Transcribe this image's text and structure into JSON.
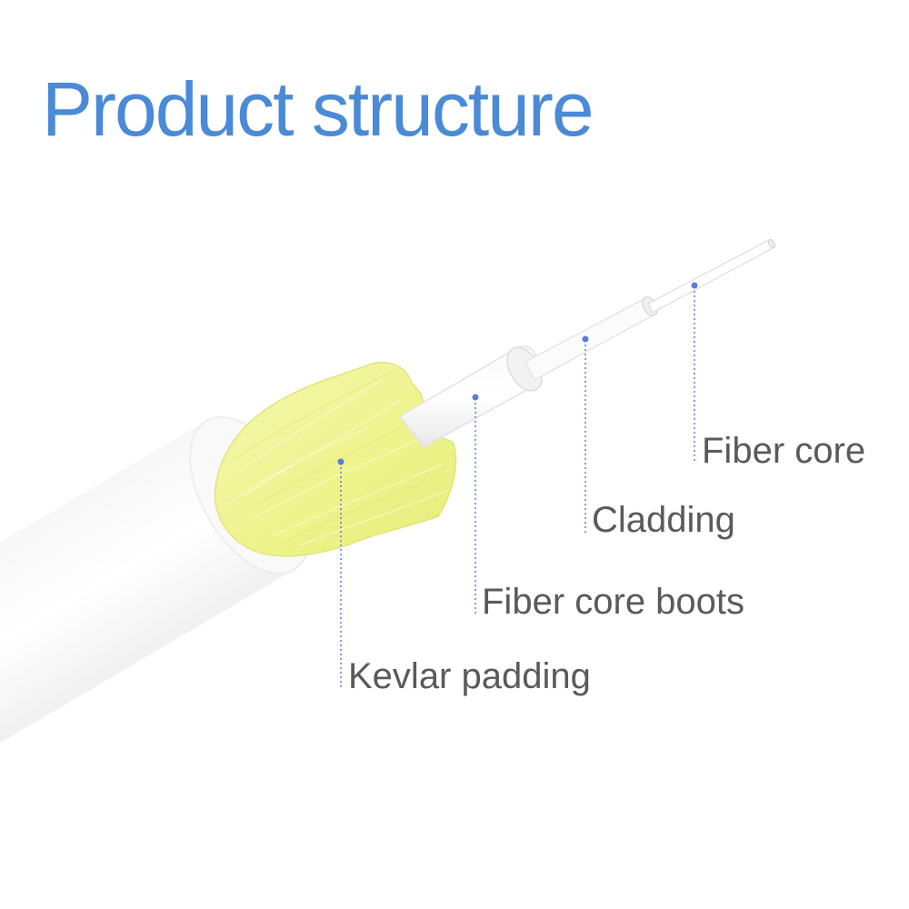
{
  "title": "Product structure",
  "colors": {
    "title": "#4a8ad6",
    "label": "#5a5a5a",
    "leader": "#5a7ed8",
    "kevlar": "#f0f59a",
    "jacket": "#f5f5f5"
  },
  "labels": {
    "fiber_core": "Fiber core",
    "cladding": "Cladding",
    "fiber_core_boots": "Fiber core boots",
    "kevlar_padding": "Kevlar padding"
  }
}
